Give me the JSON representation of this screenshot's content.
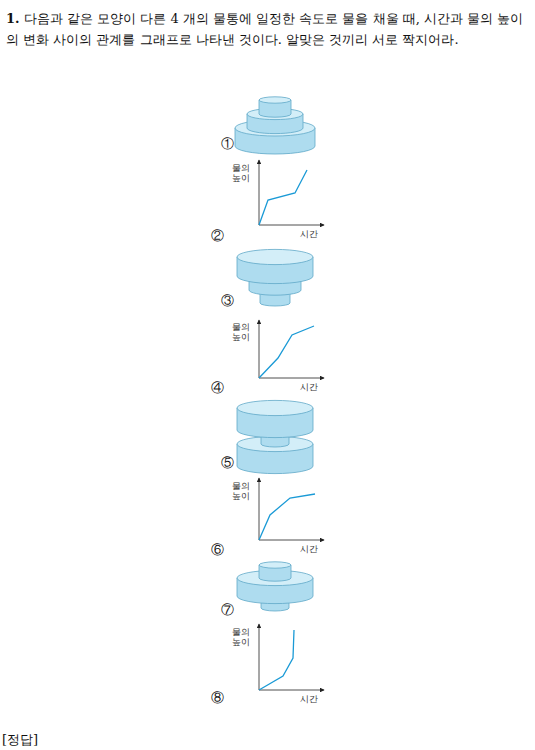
{
  "diagram": {
    "labels": [
      "1.",
      "다음과 같은 모양이 다른 4 개의 물통에 일정한 속도로 물을 채울 때, 시간과 물의 높이의 변화 사이의 관계를 그래프로 나타낸 것이다. 알맞은 것끼리 서로 짝지어라.",
      "①",
      "물의 높이",
      "시간",
      "②",
      "③",
      "물의 높이",
      "시간",
      "④",
      "⑤",
      "물의 높이",
      "시간",
      "⑥",
      "⑦",
      "물의 높이",
      "시간",
      "⑧",
      "[정답]"
    ]
  }
}
